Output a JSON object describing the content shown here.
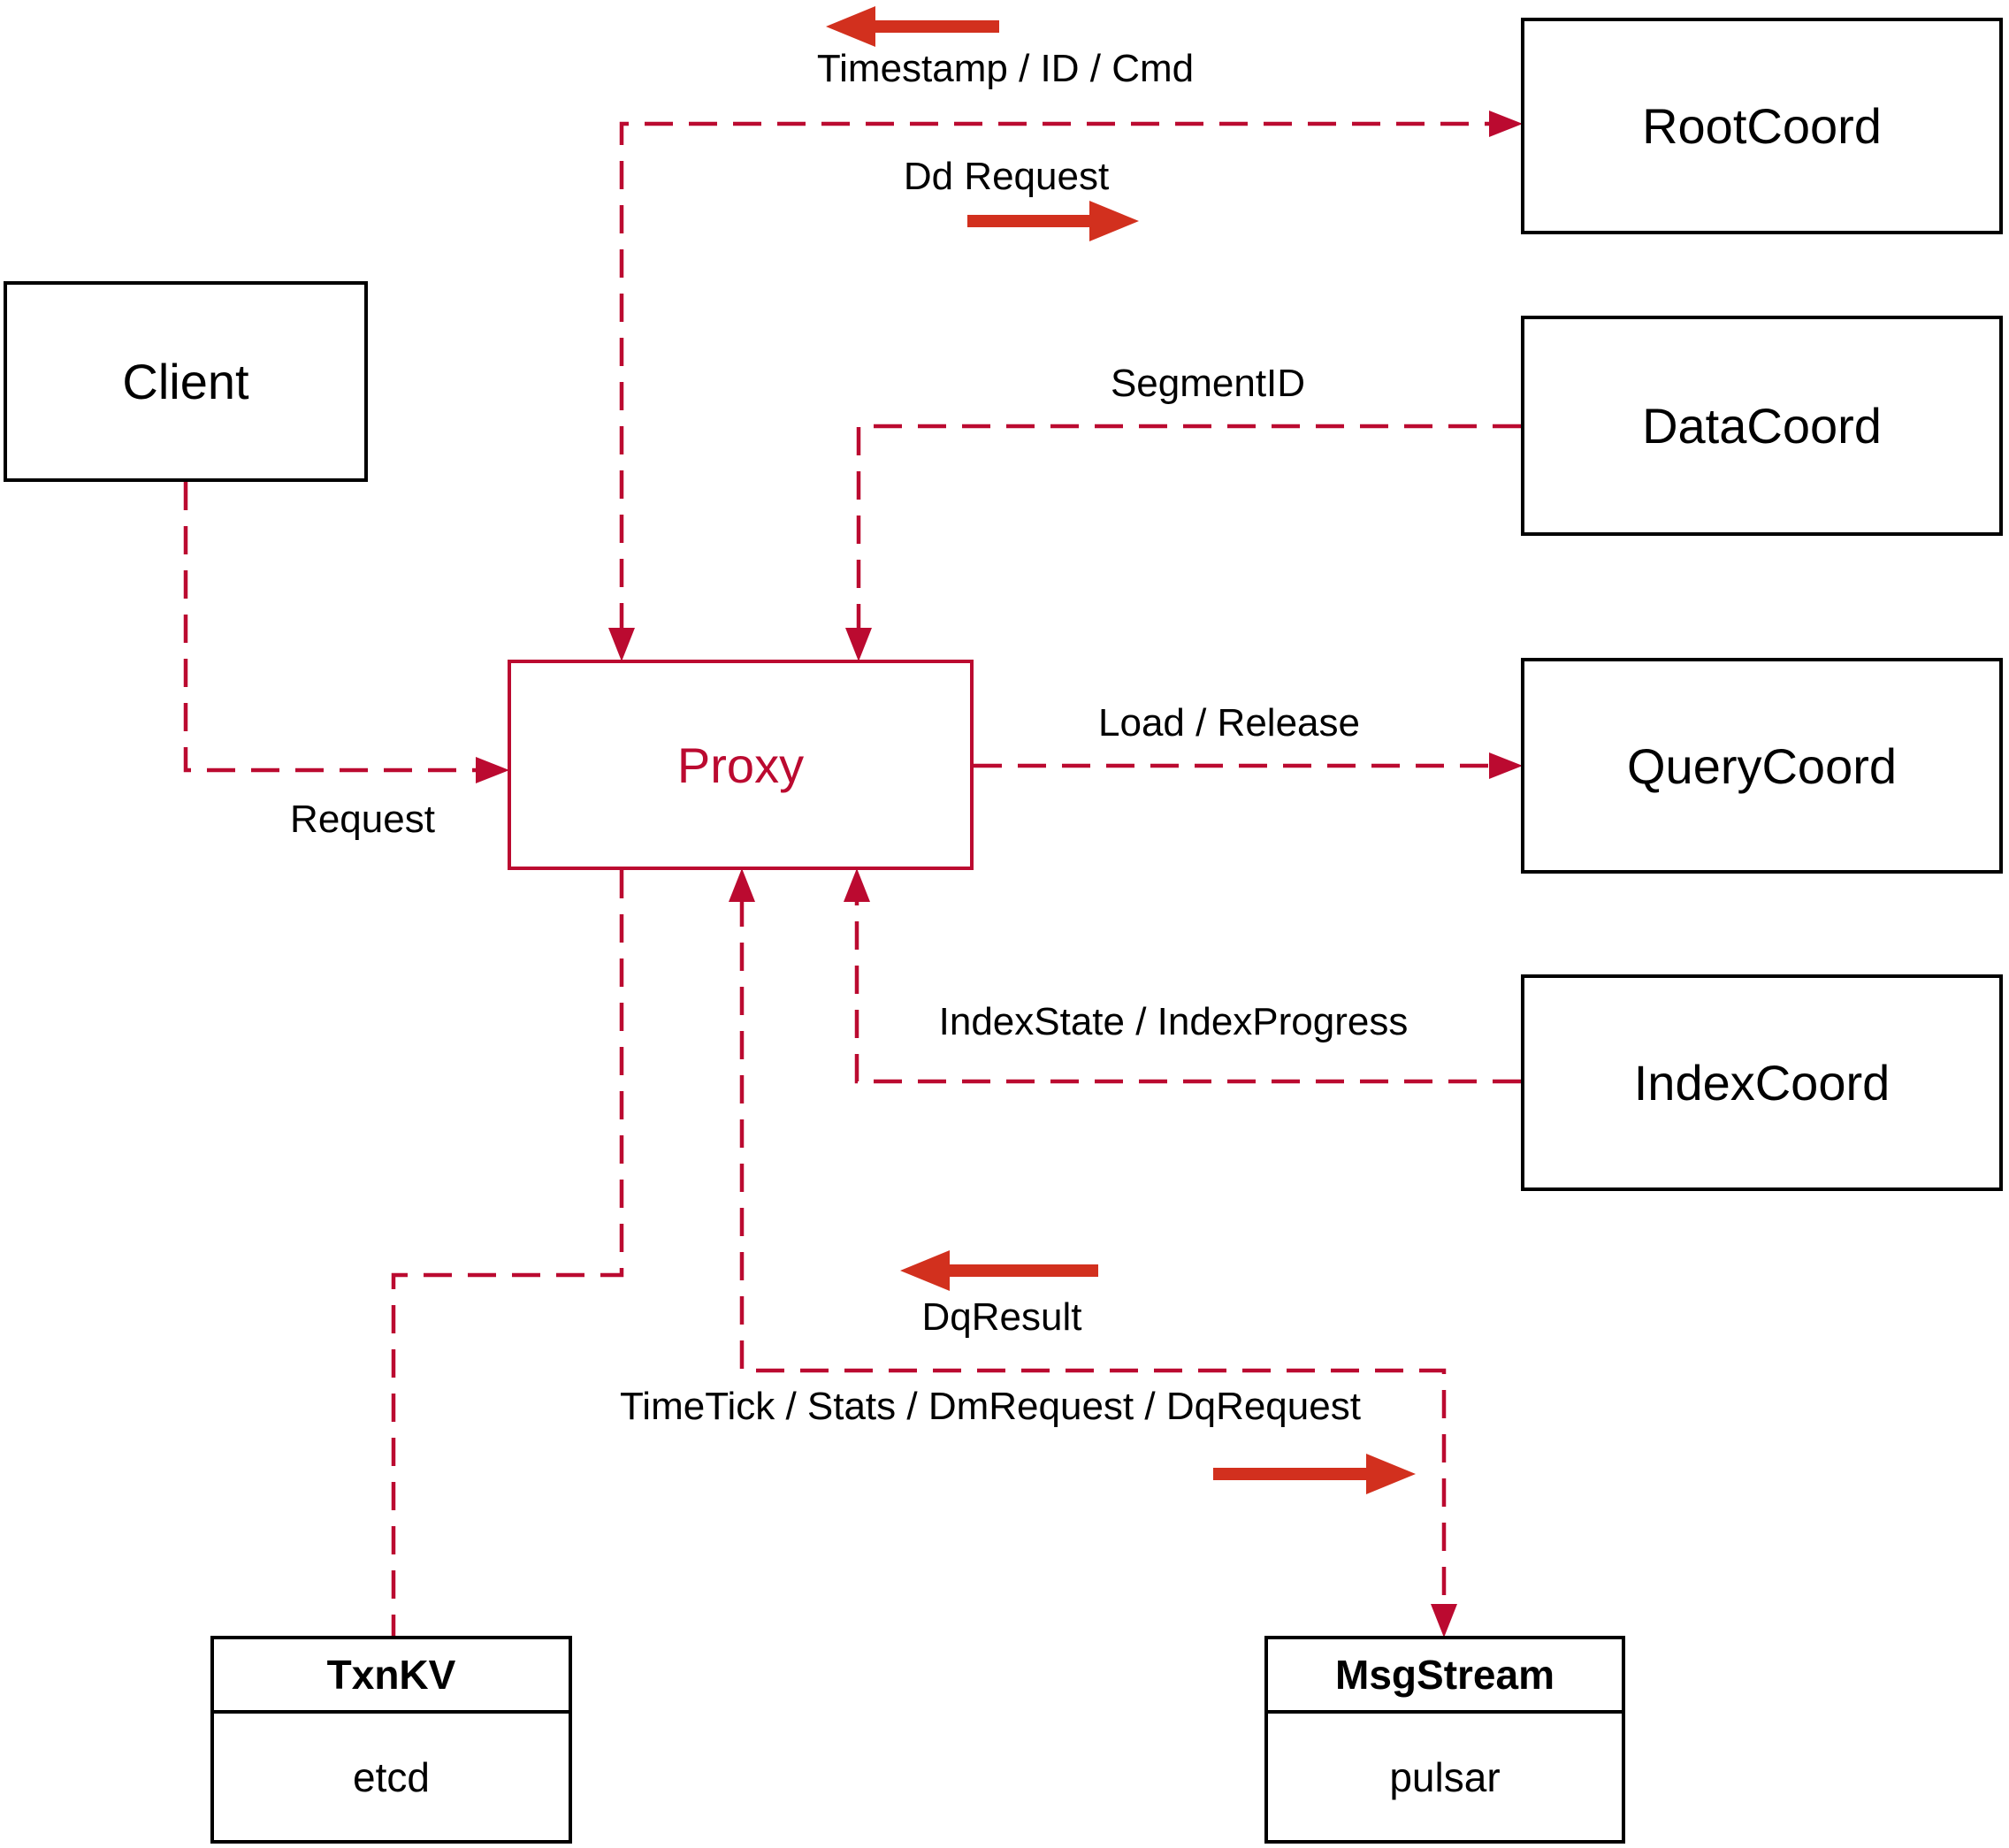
{
  "diagram": {
    "nodes": {
      "client": {
        "label": "Client"
      },
      "rootcoord": {
        "label": "RootCoord"
      },
      "datacoord": {
        "label": "DataCoord"
      },
      "querycoord": {
        "label": "QueryCoord"
      },
      "indexcoord": {
        "label": "IndexCoord"
      },
      "proxy": {
        "label": "Proxy"
      },
      "txnkv": {
        "title": "TxnKV",
        "subtitle": "etcd"
      },
      "msgstream": {
        "title": "MsgStream",
        "subtitle": "pulsar"
      }
    },
    "labels": {
      "timestamp": "Timestamp / ID / Cmd",
      "dd_request": "Dd Request",
      "segment_id": "SegmentID",
      "load_release": "Load / Release",
      "index_state": "IndexState / IndexProgress",
      "request": "Request",
      "dq_result": "DqResult",
      "timetick": "TimeTick / Stats / DmRequest / DqRequest"
    },
    "colors": {
      "dashed": "#bb0a30",
      "arrow": "#d2301e",
      "proxy": "#bb0a30",
      "border": "#000000",
      "background": "#ffffff"
    }
  }
}
